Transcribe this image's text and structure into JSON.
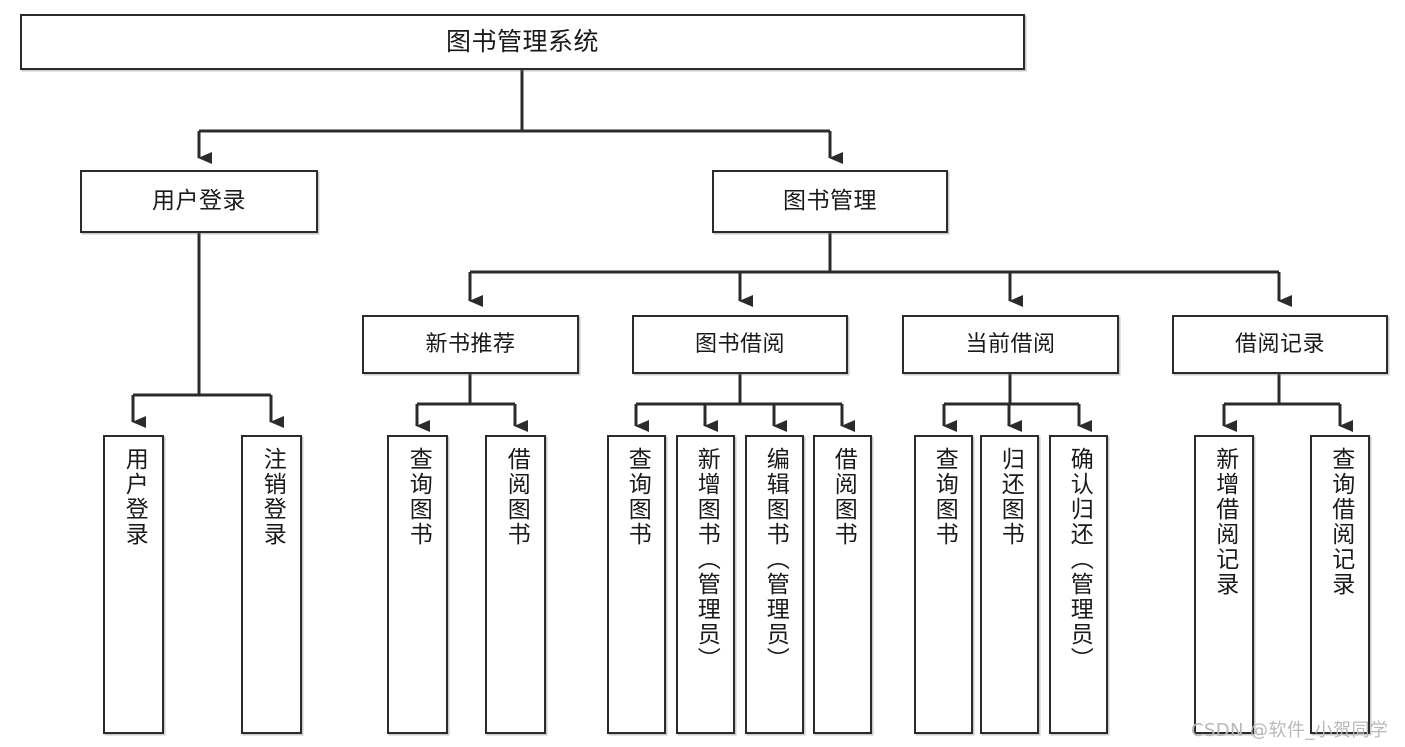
{
  "diagram": {
    "type": "tree",
    "title": "图书管理系统",
    "watermark": "CSDN @软件_小贺同学",
    "colors": {
      "box_border": "#2b2b2b",
      "box_fill": "#ffffff",
      "connector": "#2b2b2b",
      "text": "#1a1a1a",
      "watermark": "#b9b9b9",
      "background": "#ffffff"
    },
    "nodes": {
      "root": {
        "label": "图书管理系统",
        "level": 1
      },
      "l2": [
        {
          "id": "user-login",
          "label": "用户登录",
          "level": 2
        },
        {
          "id": "book-manage",
          "label": "图书管理",
          "level": 2
        }
      ],
      "l3": [
        {
          "id": "new-book-recommend",
          "label": "新书推荐",
          "level": 3,
          "parent": "book-manage"
        },
        {
          "id": "book-borrow",
          "label": "图书借阅",
          "level": 3,
          "parent": "book-manage"
        },
        {
          "id": "current-borrow",
          "label": "当前借阅",
          "level": 3,
          "parent": "book-manage"
        },
        {
          "id": "borrow-record",
          "label": "借阅记录",
          "level": 3,
          "parent": "book-manage"
        }
      ],
      "leaves": [
        {
          "id": "leaf-user-login",
          "label": "用户登录",
          "parent": "user-login"
        },
        {
          "id": "leaf-user-logout",
          "label": "注销登录",
          "parent": "user-login"
        },
        {
          "id": "leaf-query-book-1",
          "label": "查询图书",
          "parent": "new-book-recommend"
        },
        {
          "id": "leaf-borrow-book-1",
          "label": "借阅图书",
          "parent": "new-book-recommend"
        },
        {
          "id": "leaf-query-book-2",
          "label": "查询图书",
          "parent": "book-borrow"
        },
        {
          "id": "leaf-add-book",
          "label": "新增图书（管理员）",
          "parent": "book-borrow"
        },
        {
          "id": "leaf-edit-book",
          "label": "编辑图书（管理员）",
          "parent": "book-borrow"
        },
        {
          "id": "leaf-borrow-book-2",
          "label": "借阅图书",
          "parent": "book-borrow"
        },
        {
          "id": "leaf-query-book-3",
          "label": "查询图书",
          "parent": "current-borrow"
        },
        {
          "id": "leaf-return-book",
          "label": "归还图书",
          "parent": "current-borrow"
        },
        {
          "id": "leaf-confirm-return",
          "label": "确认归还（管理员）",
          "parent": "current-borrow"
        },
        {
          "id": "leaf-add-record",
          "label": "新增借阅记录",
          "parent": "borrow-record"
        },
        {
          "id": "leaf-query-record",
          "label": "查询借阅记录",
          "parent": "borrow-record"
        }
      ]
    }
  }
}
